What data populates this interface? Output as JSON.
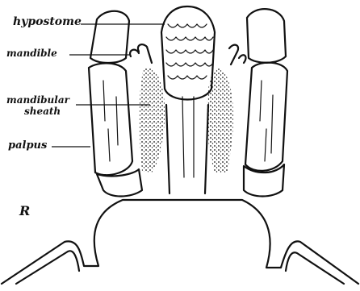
{
  "figure": {
    "labels": {
      "hypostome": "hypostome",
      "mandible": "mandible",
      "mandibular_sheath_line1": "mandibular",
      "mandibular_sheath_line2": "sheath",
      "palpus": "palpus"
    },
    "monogram": "R"
  }
}
